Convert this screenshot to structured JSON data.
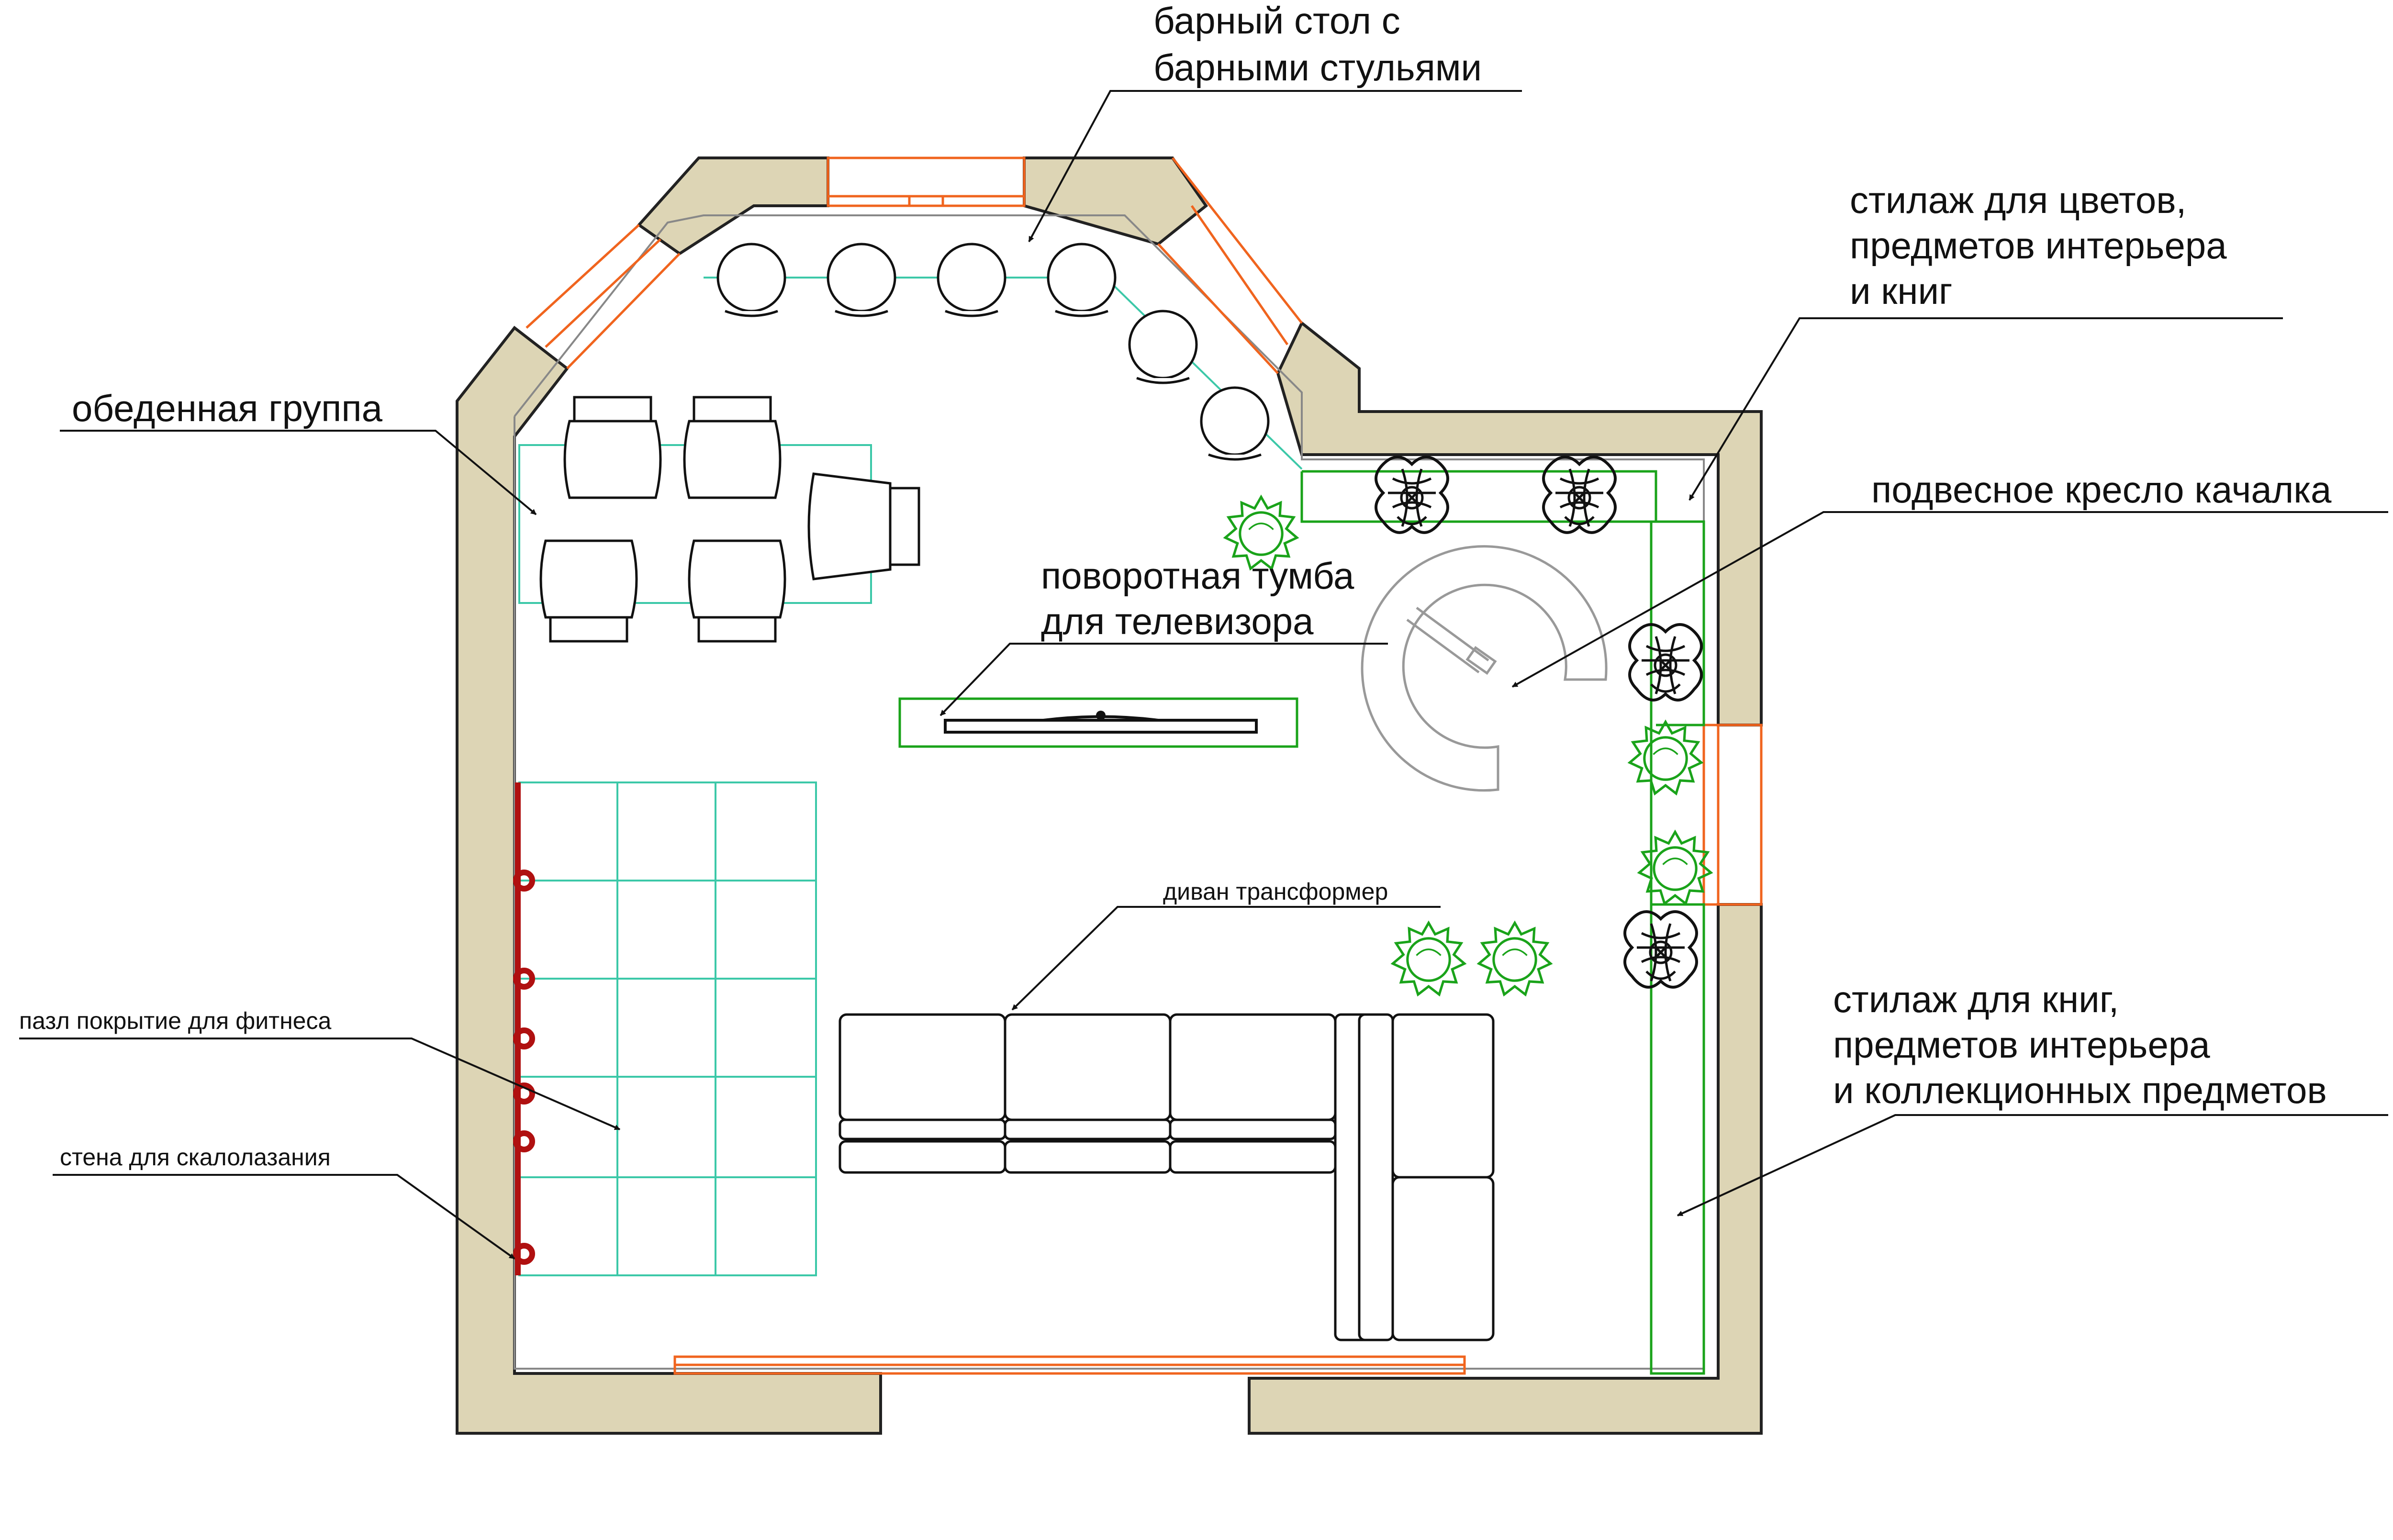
{
  "labels": {
    "bar_table": [
      "барный стол с",
      "барными стульями"
    ],
    "shelf_flowers": [
      "стилаж для цветов,",
      "предметов интерьера",
      "и книг"
    ],
    "dining_group": "обеденная группа",
    "hanging_chair": "подвесное кресло качалка",
    "tv_stand": [
      "поворотная тумба",
      "для телевизора"
    ],
    "sofa": "диван трансформер",
    "fitness_mat": "пазл покрытие для фитнеса",
    "climbing_wall": "стена для скалолазания",
    "shelf_books": [
      "стилаж для книг,",
      "предметов интерьера",
      "и коллекционных предметов"
    ]
  },
  "colors": {
    "wall_fill": "#ddd5b5",
    "window": "#f0641e",
    "furniture_green": "#1aa31a",
    "mat_teal": "#3cc8a8",
    "climb_wall": "#b01010",
    "outline": "#111111",
    "chair_gray": "#999999"
  }
}
